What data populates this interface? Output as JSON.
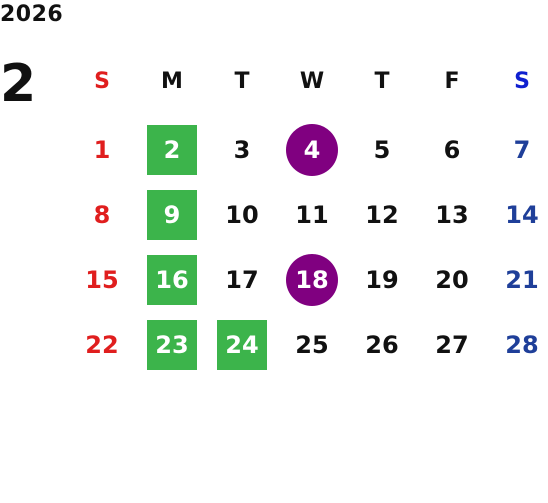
{
  "calendar": {
    "year": "2026",
    "month": "2",
    "weekdays": [
      "S",
      "M",
      "T",
      "W",
      "T",
      "F",
      "S"
    ],
    "weeks": [
      [
        {
          "d": "1",
          "hl": ""
        },
        {
          "d": "2",
          "hl": "green"
        },
        {
          "d": "3",
          "hl": ""
        },
        {
          "d": "4",
          "hl": "purple"
        },
        {
          "d": "5",
          "hl": ""
        },
        {
          "d": "6",
          "hl": ""
        },
        {
          "d": "7",
          "hl": ""
        }
      ],
      [
        {
          "d": "8",
          "hl": ""
        },
        {
          "d": "9",
          "hl": "green"
        },
        {
          "d": "10",
          "hl": ""
        },
        {
          "d": "11",
          "hl": ""
        },
        {
          "d": "12",
          "hl": ""
        },
        {
          "d": "13",
          "hl": ""
        },
        {
          "d": "14",
          "hl": ""
        }
      ],
      [
        {
          "d": "15",
          "hl": ""
        },
        {
          "d": "16",
          "hl": "green"
        },
        {
          "d": "17",
          "hl": ""
        },
        {
          "d": "18",
          "hl": "purple"
        },
        {
          "d": "19",
          "hl": ""
        },
        {
          "d": "20",
          "hl": ""
        },
        {
          "d": "21",
          "hl": ""
        }
      ],
      [
        {
          "d": "22",
          "hl": ""
        },
        {
          "d": "23",
          "hl": "green"
        },
        {
          "d": "24",
          "hl": "green"
        },
        {
          "d": "25",
          "hl": ""
        },
        {
          "d": "26",
          "hl": ""
        },
        {
          "d": "27",
          "hl": ""
        },
        {
          "d": "28",
          "hl": ""
        }
      ]
    ]
  },
  "colors": {
    "sunday": "#e01e1e",
    "saturday_header": "#1020d0",
    "saturday": "#1f3f99",
    "highlight_green": "#3cb44b",
    "highlight_purple": "#800080"
  }
}
